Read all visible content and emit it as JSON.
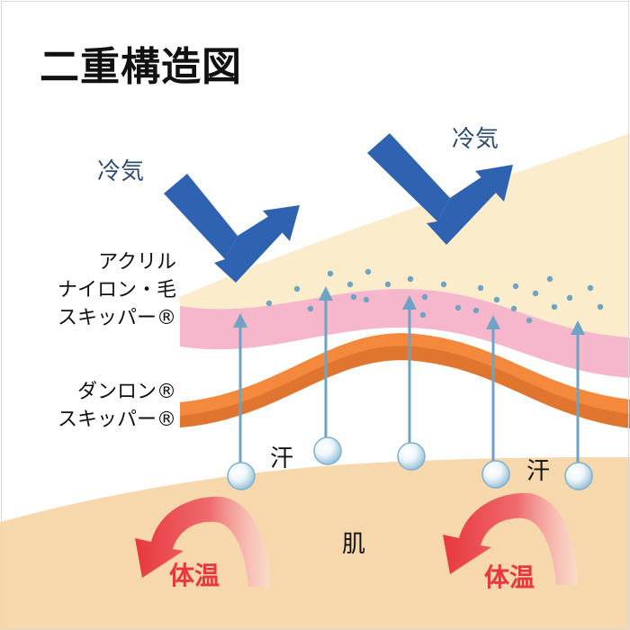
{
  "title": "二重構造図",
  "labels": {
    "cold_air_left": "冷気",
    "cold_air_right": "冷気",
    "outer_layer": [
      "アクリル",
      "ナイロン・毛",
      "スキッパー®"
    ],
    "inner_layer": [
      "ダンロン®",
      "スキッパー®"
    ],
    "sweat_left": "汗",
    "sweat_right": "汗",
    "skin": "肌",
    "body_heat_left": "体温",
    "body_heat_right": "体温"
  },
  "colors": {
    "outer_layer": "#fbeccc",
    "pink_layer": "#f6b6cc",
    "orange_layer": "#f4893e",
    "skin": "#f7d7ac",
    "cold_arrow": "#2f62b0",
    "moisture": "#6fa3c3",
    "body_heat": "#e8383d"
  },
  "icons": {
    "cold_air_arrow": "v-bounce-arrow-icon",
    "moisture_arrow": "up-arrow-icon",
    "sweat_drop": "water-droplet-icon",
    "body_heat_arrow": "curved-arrow-icon"
  }
}
